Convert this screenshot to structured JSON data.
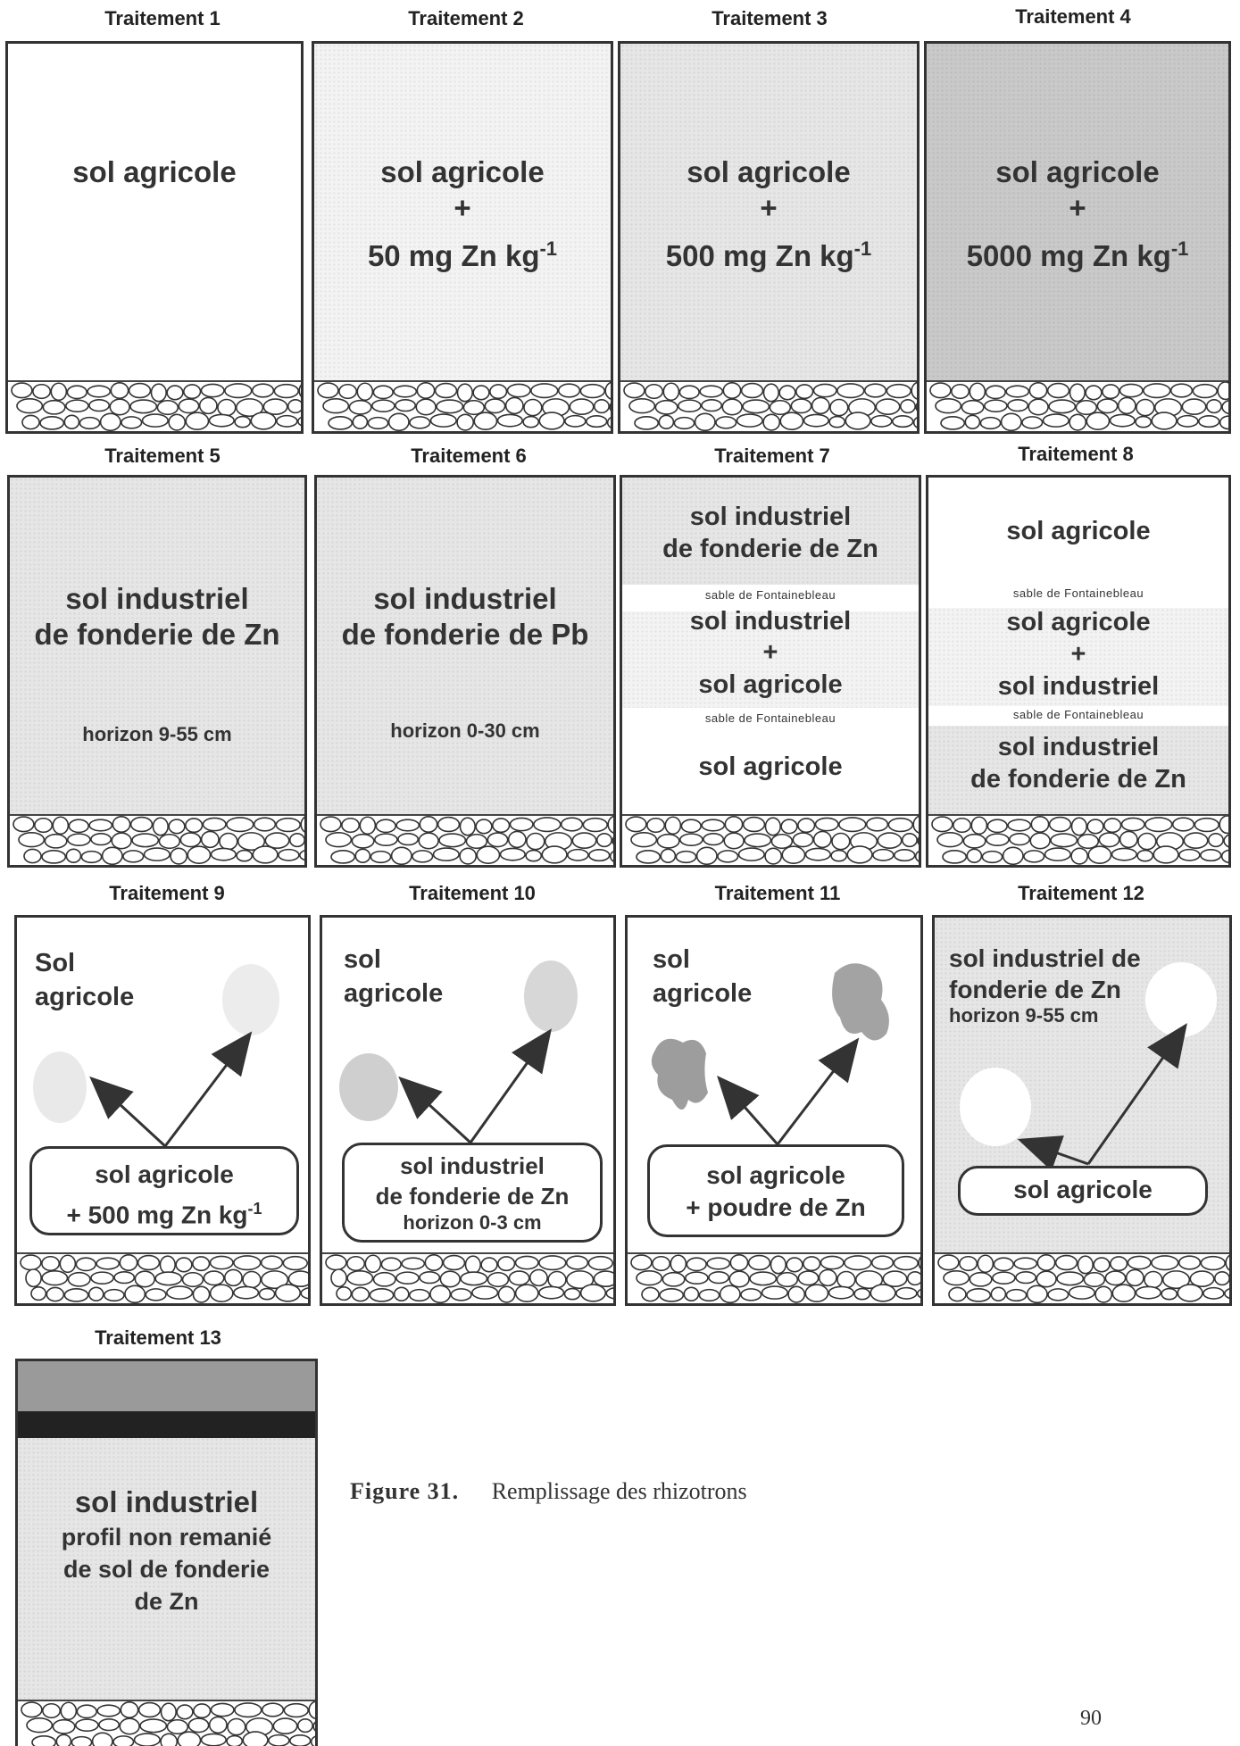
{
  "treatments": [
    {
      "title": "Traitement 1",
      "lines": [
        "sol agricole"
      ]
    },
    {
      "title": "Traitement 2",
      "lines": [
        "sol agricole",
        "+",
        "50 mg Zn kg",
        "-1"
      ]
    },
    {
      "title": "Traitement 3",
      "lines": [
        "sol agricole",
        "+",
        "500 mg Zn kg",
        "-1"
      ]
    },
    {
      "title": "Traitement 4",
      "lines": [
        "sol agricole",
        "+",
        "5000 mg Zn kg",
        "-1"
      ]
    },
    {
      "title": "Traitement 5",
      "lines": [
        "sol industriel",
        "de fonderie de Zn",
        "horizon 9-55 cm"
      ]
    },
    {
      "title": "Traitement 6",
      "lines": [
        "sol industriel",
        "de fonderie de Pb",
        "horizon 0-30 cm"
      ]
    },
    {
      "title": "Traitement 7",
      "layers": [
        "sol industriel",
        "de fonderie de Zn",
        "sable de Fontainebleau",
        "sol industriel",
        "+",
        "sol agricole",
        "sable de Fontainebleau",
        "sol agricole"
      ]
    },
    {
      "title": "Traitement 8",
      "layers": [
        "sol agricole",
        "sable de Fontainebleau",
        "sol agricole",
        "+",
        "sol industriel",
        "sable de Fontainebleau",
        "sol industriel",
        "de fonderie de Zn"
      ]
    },
    {
      "title": "Traitement 9",
      "corner": [
        "Sol",
        "agricole"
      ],
      "label": [
        "sol agricole",
        "+ 500 mg Zn kg",
        "-1"
      ]
    },
    {
      "title": "Traitement 10",
      "corner": [
        "sol",
        "agricole"
      ],
      "label": [
        "sol industriel",
        "de fonderie de Zn",
        "horizon 0-3 cm"
      ]
    },
    {
      "title": "Traitement 11",
      "corner": [
        "sol",
        "agricole"
      ],
      "label": [
        "sol agricole",
        "+ poudre de Zn"
      ]
    },
    {
      "title": "Traitement 12",
      "corner": [
        "sol industriel de",
        "fonderie de Zn",
        "horizon 9-55 cm"
      ],
      "label": [
        "sol agricole"
      ]
    },
    {
      "title": "Traitement 13",
      "lines": [
        "sol industriel",
        "profil non remanié",
        "de sol de fonderie",
        "de Zn"
      ]
    }
  ],
  "caption": {
    "label": "Figure 31.",
    "text": "Remplissage des rhizotrons"
  },
  "page_number": "90",
  "colors": {
    "border": "#333333",
    "dark_band": "#222222",
    "top_band": "#9a9a9a"
  }
}
